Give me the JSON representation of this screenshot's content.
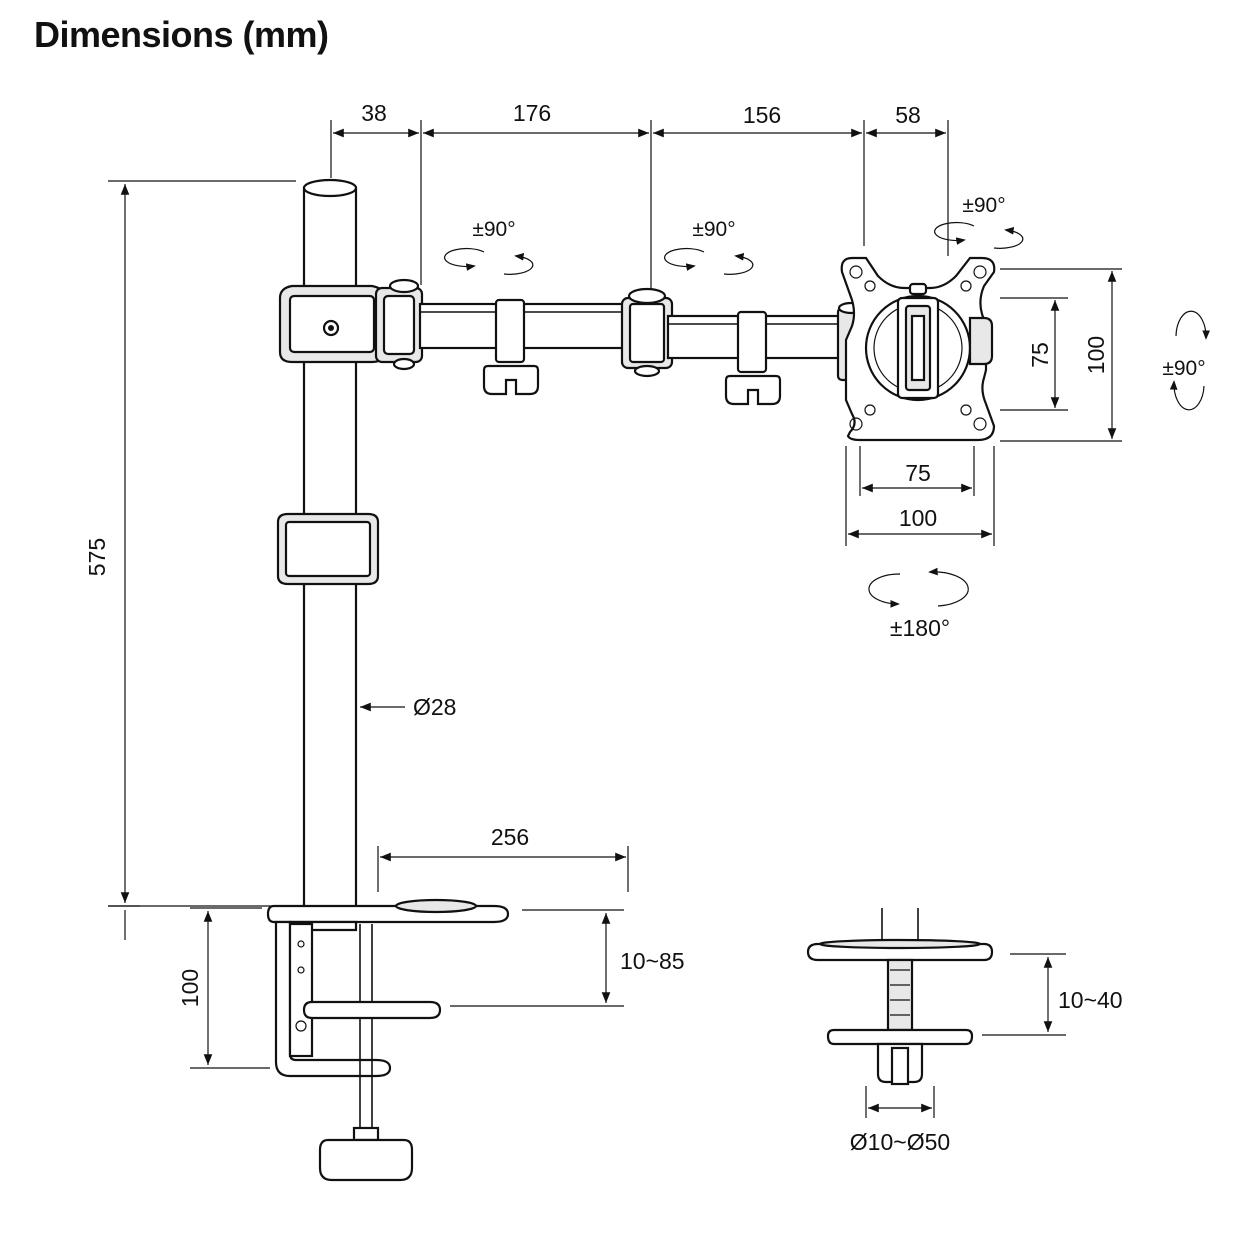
{
  "title": "Dimensions (mm)",
  "dimensions": {
    "arm_seg_1": "38",
    "arm_seg_2": "176",
    "arm_seg_3": "156",
    "arm_seg_4": "58",
    "pole_height": "575",
    "pole_diameter": "Ø28",
    "base_plate_width": "256",
    "clamp_height": "100",
    "clamp_range": "10~85",
    "grommet_range": "10~40",
    "grommet_hole": "Ø10~Ø50",
    "vesa_small_w": "75",
    "vesa_large_w": "100",
    "vesa_small_h": "75",
    "vesa_large_h": "100"
  },
  "rotations": {
    "joint_1": "±90°",
    "joint_2": "±90°",
    "head_swivel": "±90°",
    "head_rotate": "±90°",
    "plate_rotate": "±180°"
  }
}
